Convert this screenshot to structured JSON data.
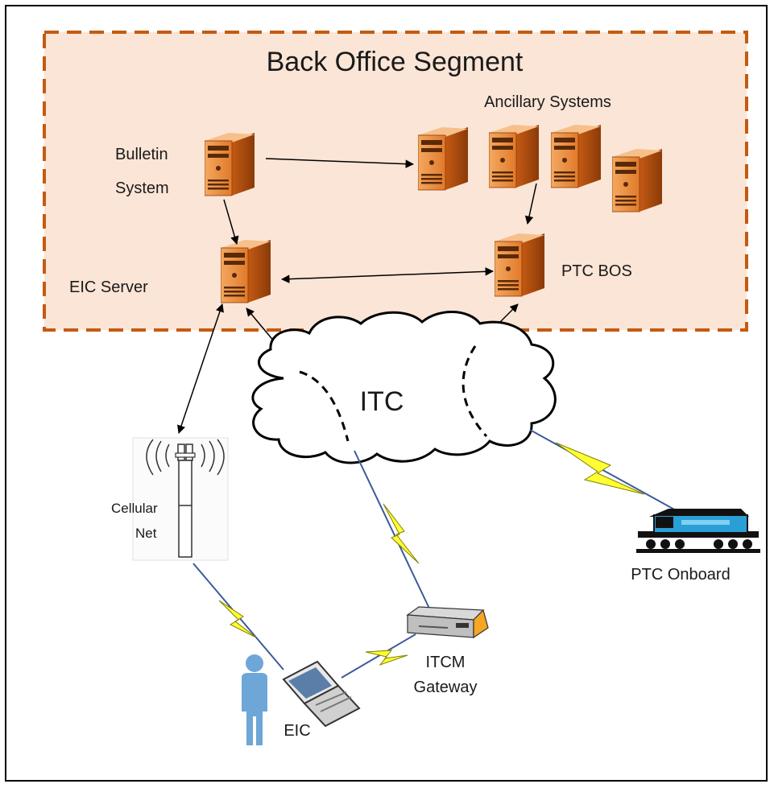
{
  "diagram": {
    "segment_title": "Back Office Segment",
    "ancillary_label": "Ancillary Systems",
    "bulletin_line1": "Bulletin",
    "bulletin_line2": "System",
    "eic_server_label": "EIC Server",
    "ptc_bos_label": "PTC BOS",
    "itc_label": "ITC",
    "cellular_line1": "Cellular",
    "cellular_line2": "Net",
    "ptc_onboard_label": "PTC Onboard",
    "itcm_line1": "ITCM",
    "itcm_line2": "Gateway",
    "eic_label": "EIC"
  },
  "colors": {
    "segment_fill": "#fbe5d6",
    "segment_border": "#c55a11",
    "server_orange": "#e07a2a",
    "lightning_yellow": "#ffff33",
    "person_blue": "#6ea6d8",
    "locomotive_blue": "#2a9fd6"
  }
}
